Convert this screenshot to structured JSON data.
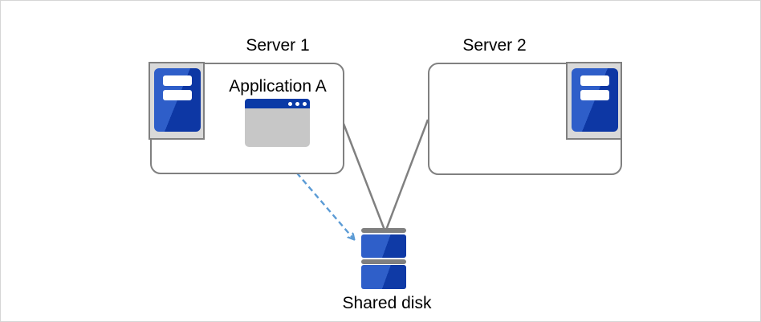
{
  "diagram": {
    "nodes": {
      "server1": {
        "label": "Server 1",
        "icon": "server-tower-icon"
      },
      "server2": {
        "label": "Server 2",
        "icon": "server-tower-icon"
      },
      "application_a": {
        "label": "Application A",
        "icon": "app-window-icon"
      },
      "shared_disk": {
        "label": "Shared disk",
        "icon": "disk-stack-icon"
      }
    },
    "edges": [
      {
        "from": "server1",
        "to": "shared_disk",
        "style": "solid",
        "color": "#808080"
      },
      {
        "from": "server2",
        "to": "shared_disk",
        "style": "solid",
        "color": "#808080"
      },
      {
        "from": "application_a",
        "to": "shared_disk",
        "style": "dashed-arrow",
        "color": "#5b9bd5"
      }
    ],
    "colors": {
      "connector_gray": "#808080",
      "box_border": "#808080",
      "icon_frame_fill": "#d9d9d9",
      "server_blue_light": "#2e5ec9",
      "server_blue_dark": "#0d37a4",
      "window_titlebar_blue": "#0a3aa6",
      "window_body_gray": "#c7c7c7",
      "disk_blue_light": "#2f5fc9",
      "disk_blue_dark": "#0f3aa6",
      "disk_bar_gray": "#7f7f7f",
      "dashed_arrow_blue": "#5b9bd5"
    }
  }
}
